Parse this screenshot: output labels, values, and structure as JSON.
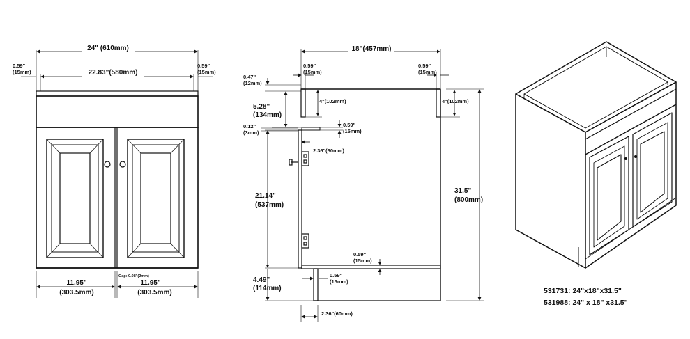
{
  "front_view": {
    "overall_width": "24\" (610mm)",
    "inner_width": "22.83\"(580mm)",
    "overhang_left_in": "0.59\"",
    "overhang_left_mm": "(15mm)",
    "overhang_right_in": "0.59\"",
    "overhang_right_mm": "(15mm)",
    "door_left_in": "11.95\"",
    "door_left_mm": "(303.5mm)",
    "door_right_in": "11.95\"",
    "door_right_mm": "(303.5mm)",
    "gap": "Gap: 0.08\"(2mm)"
  },
  "side_view": {
    "depth": "18\"(457mm)",
    "top_left_in": "0.59\"",
    "top_left_mm": "(15mm)",
    "top_right_in": "0.59\"",
    "top_right_mm": "(15mm)",
    "top_thick_in": "0.47\"",
    "top_thick_mm": "(12mm)",
    "drawer_h_in": "5.28\"",
    "drawer_h_mm": "(134mm)",
    "rail_left": "4\"(102mm)",
    "rail_right": "4\"(102mm)",
    "shelf_gap_in": "0.12\"",
    "shelf_gap_mm": "(3mm)",
    "shelf_thick_in": "0.59\"",
    "shelf_thick_mm": "(15mm)",
    "hinge_offset": "2.36\"(60mm)",
    "door_h_in": "21.14\"",
    "door_h_mm": "(537mm)",
    "total_h_in": "31.5\"",
    "total_h_mm": "(800mm)",
    "bottom_thick_in": "0.59\"",
    "bottom_thick_mm": "(15mm)",
    "toe_thick_in": "0.59\"",
    "toe_thick_mm": "(15mm)",
    "toe_h_in": "4.49\"",
    "toe_h_mm": "(114mm)",
    "toe_depth": "2.36\"(60mm)"
  },
  "models": [
    "531731: 24\"x18\"x31.5\"",
    "531988: 24\" x 18\" x31.5\""
  ]
}
